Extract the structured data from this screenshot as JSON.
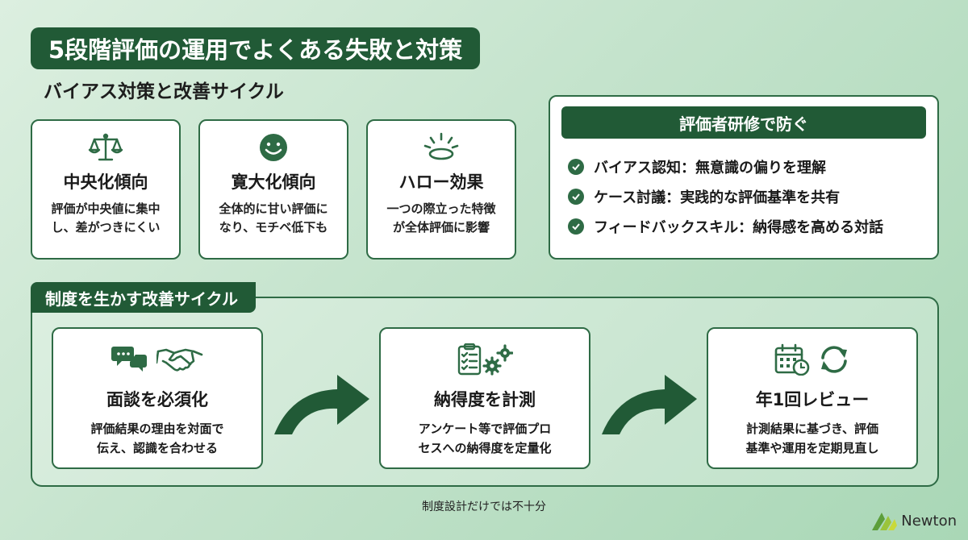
{
  "header": {
    "title": "5段階評価の運用でよくある失敗と対策",
    "subtitle": "バイアス対策と改善サイクル"
  },
  "biases": [
    {
      "icon": "scales-icon",
      "name": "中央化傾向",
      "desc": "評価が中央値に集中\nし、差がつきにくい"
    },
    {
      "icon": "smiley-icon",
      "name": "寛大化傾向",
      "desc": "全体的に甘い評価に\nなり、モチベ低下も"
    },
    {
      "icon": "halo-icon",
      "name": "ハロー効果",
      "desc": "一つの際立った特徴\nが全体評価に影響"
    }
  ],
  "training": {
    "title": "評価者研修で防ぐ",
    "items": [
      "バイアス認知：無意識の偏りを理解",
      "ケース討議：実践的な評価基準を共有",
      "フィードバックスキル：納得感を高める対話"
    ]
  },
  "cycle": {
    "label": "制度を生かす改善サイクル",
    "steps": [
      {
        "name": "面談を必須化",
        "desc": "評価結果の理由を対面で\n伝え、認識を合わせる"
      },
      {
        "name": "納得度を計測",
        "desc": "アンケート等で評価プロ\nセスへの納得度を定量化"
      },
      {
        "name": "年1回レビュー",
        "desc": "計測結果に基づき、評価\n基準や運用を定期見直し"
      }
    ]
  },
  "footnote": "制度設計だけでは不十分",
  "brand": "Newton",
  "colors": {
    "primary": "#215a36",
    "accent": "#2e6b45",
    "background": "#c4e3cc"
  }
}
